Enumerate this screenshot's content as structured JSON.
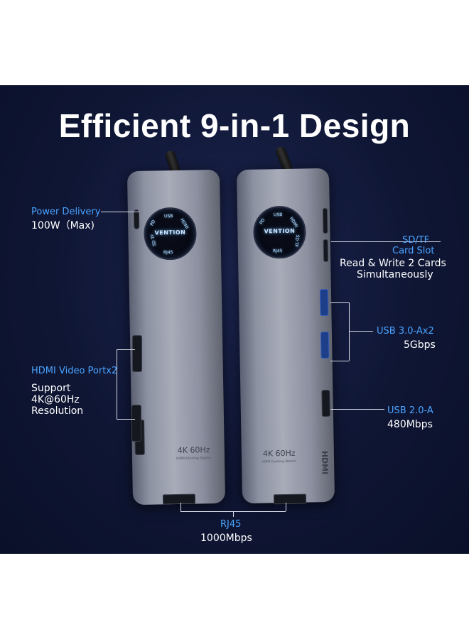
{
  "title": "Efficient 9-in-1 Design",
  "features": {
    "power_delivery": {
      "name": "Power Delivery",
      "spec": "100W（Max)"
    },
    "hdmi": {
      "name": "HDMI Video Portx2",
      "spec_lines": [
        "Support",
        "4K@60Hz",
        "Resolution"
      ]
    },
    "sd_tf": {
      "name_lines": [
        "SD/TF",
        "Card Slot"
      ],
      "spec_lines": [
        "Read & Write 2 Cards",
        "Simultaneously"
      ]
    },
    "usb3": {
      "name": "USB 3.0-Ax2",
      "spec": "5Gbps"
    },
    "usb2": {
      "name": "USB 2.0-A",
      "spec": "480Mbps"
    },
    "rj45": {
      "name": "RJ45",
      "spec": "1000Mbps"
    }
  },
  "product": {
    "brand": "VENTION",
    "disc_words": [
      "USB",
      "HDMI",
      "PD",
      "SD TF",
      "RJ45"
    ],
    "marking": "4K 60Hz",
    "small_print": "HDMI Docking Station",
    "side_print": "HDMI"
  },
  "colors": {
    "background": "#0f1634",
    "accent_blue": "#4aa3ff",
    "text_white": "#ffffff",
    "usb3_port": "#1d3f8a"
  }
}
